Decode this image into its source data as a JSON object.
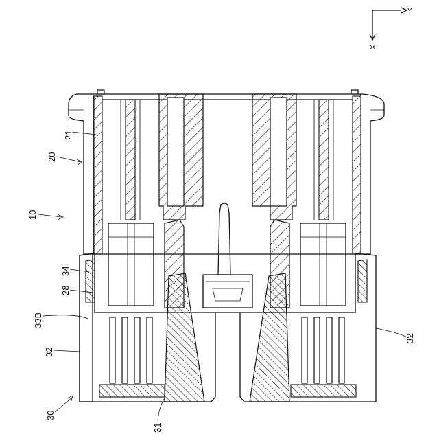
{
  "figure": {
    "axes": {
      "x_label": "X",
      "y_label": "Y"
    },
    "labels": {
      "l10": "10",
      "l20": "20",
      "l21": "21",
      "l34": "34",
      "l28": "28",
      "l33b": "33B",
      "l32a": "32",
      "l32b": "32",
      "l30": "30",
      "l31": "31"
    }
  }
}
